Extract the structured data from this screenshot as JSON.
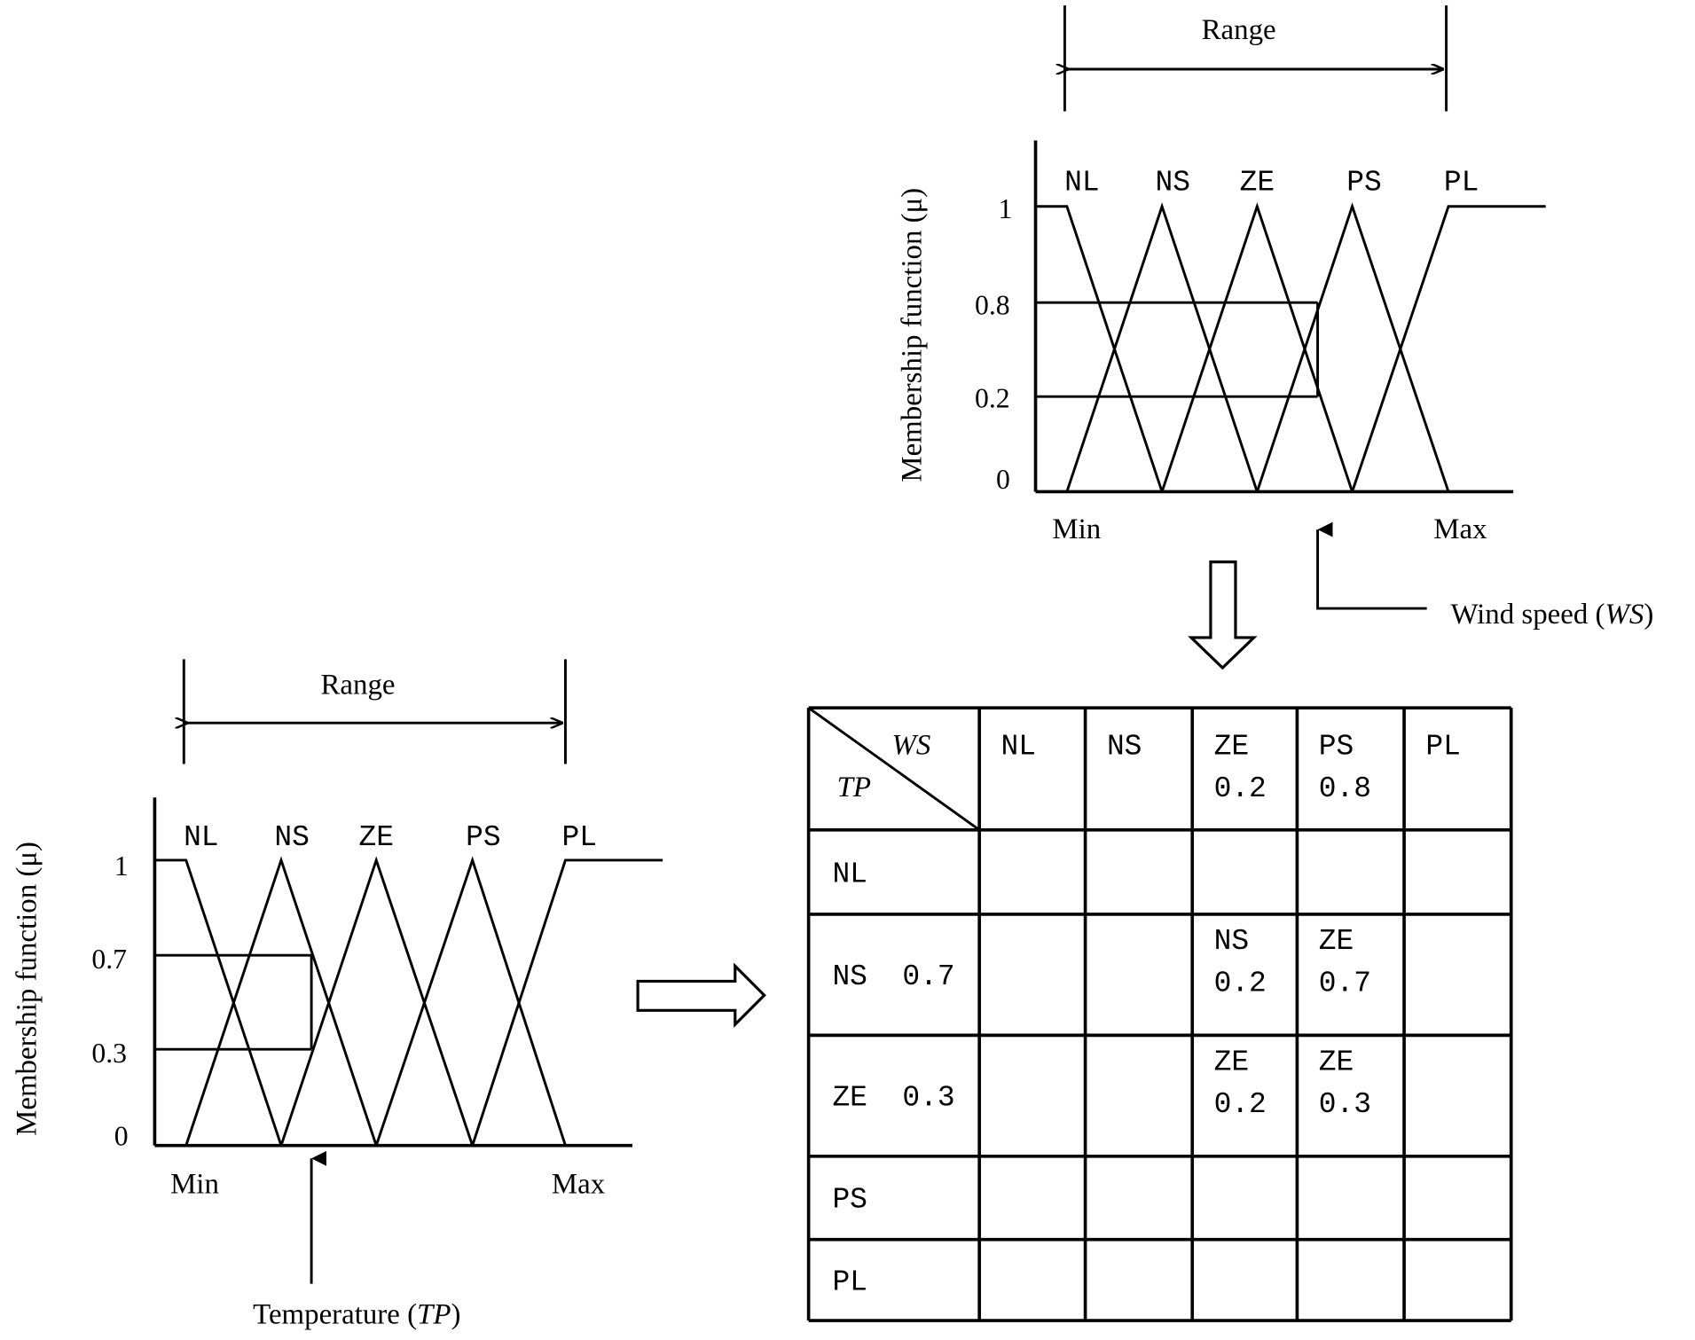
{
  "colors": {
    "ink": "#000000",
    "background": "#ffffff"
  },
  "wind_chart": {
    "range_label": "Range",
    "y_axis_label": "Membership function (μ)",
    "y_ticks": [
      "1",
      "0.8",
      "0.2",
      "0"
    ],
    "sets": [
      "NL",
      "NS",
      "ZE",
      "PS",
      "PL"
    ],
    "x_min_label": "Min",
    "x_max_label": "Max",
    "input_label": "Wind speed (",
    "input_abbr": "WS",
    "input_close": ")",
    "cut_levels": [
      0.8,
      0.2
    ]
  },
  "temp_chart": {
    "range_label": "Range",
    "y_axis_label": "Membership function (μ)",
    "y_ticks": [
      "1",
      "0.7",
      "0.3",
      "0"
    ],
    "sets": [
      "NL",
      "NS",
      "ZE",
      "PS",
      "PL"
    ],
    "x_min_label": "Min",
    "x_max_label": "Max",
    "input_label": "Temperature (",
    "input_abbr": "TP",
    "input_close": ")",
    "cut_levels": [
      0.7,
      0.3
    ]
  },
  "rule_table": {
    "corner_col": "WS",
    "corner_row": "TP",
    "columns": [
      {
        "name": "NL",
        "value": ""
      },
      {
        "name": "NS",
        "value": ""
      },
      {
        "name": "ZE",
        "value": "0.2"
      },
      {
        "name": "PS",
        "value": "0.8"
      },
      {
        "name": "PL",
        "value": ""
      }
    ],
    "rows": [
      {
        "name": "NL",
        "cells": [
          [
            "",
            ""
          ],
          [
            "",
            ""
          ],
          [
            "",
            ""
          ],
          [
            "",
            ""
          ],
          [
            "",
            ""
          ]
        ]
      },
      {
        "name": "NS  0.7",
        "cells": [
          [
            "",
            ""
          ],
          [
            "",
            ""
          ],
          [
            "NS",
            "0.2"
          ],
          [
            "ZE",
            "0.7"
          ],
          [
            "",
            ""
          ]
        ]
      },
      {
        "name": "ZE  0.3",
        "cells": [
          [
            "",
            ""
          ],
          [
            "",
            ""
          ],
          [
            "ZE",
            "0.2"
          ],
          [
            "ZE",
            "0.3"
          ],
          [
            "",
            ""
          ]
        ]
      },
      {
        "name": "PS",
        "cells": [
          [
            "",
            ""
          ],
          [
            "",
            ""
          ],
          [
            "",
            ""
          ],
          [
            "",
            ""
          ],
          [
            "",
            ""
          ]
        ]
      },
      {
        "name": "PL",
        "cells": [
          [
            "",
            ""
          ],
          [
            "",
            ""
          ],
          [
            "",
            ""
          ],
          [
            "",
            ""
          ],
          [
            "",
            ""
          ]
        ]
      }
    ]
  }
}
